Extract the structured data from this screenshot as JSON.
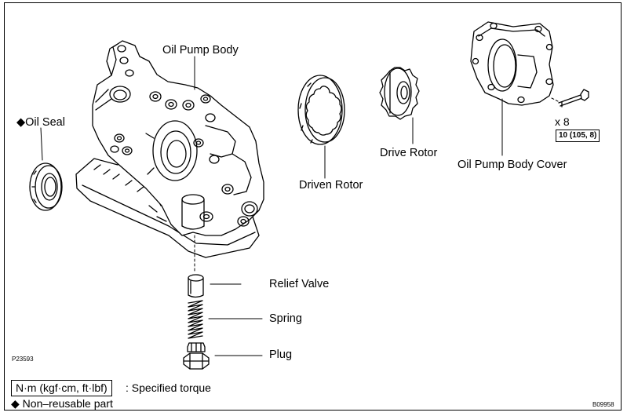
{
  "labels": {
    "oil_pump_body": "Oil Pump Body",
    "oil_seal_marker": "◆",
    "oil_seal": "Oil Seal",
    "driven_rotor": "Driven Rotor",
    "drive_rotor": "Drive Rotor",
    "oil_pump_body_cover": "Oil Pump Body Cover",
    "bolt_count": "x 8",
    "torque_value": "10 (105, 8)",
    "relief_valve": "Relief Valve",
    "spring": "Spring",
    "plug": "Plug"
  },
  "figure_ids": {
    "left": "P23593",
    "right": "B09958"
  },
  "legend": {
    "torque_box": "N·m (kgf·cm, ft·lbf)",
    "torque_desc": ": Specified torque",
    "nonreusable_marker": "◆",
    "nonreusable_desc": "Non–reusable part"
  }
}
